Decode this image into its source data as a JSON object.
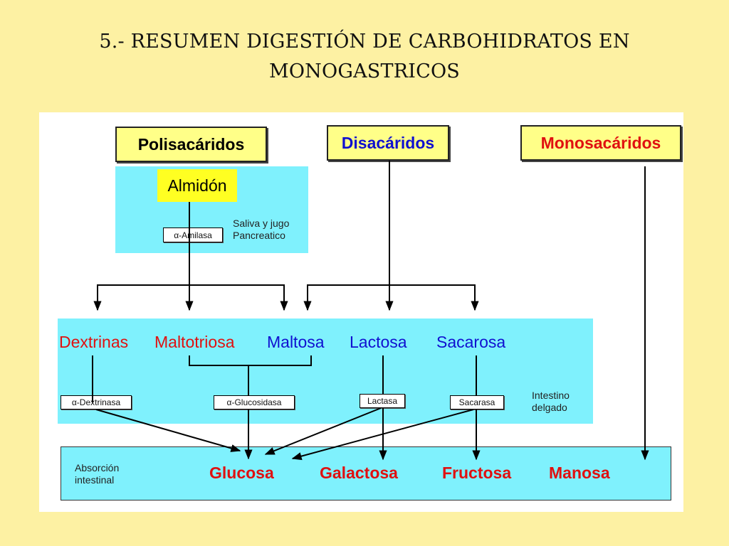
{
  "title": {
    "line1": "5.- RESUMEN DIGESTIÓN DE CARBOHIDRATOS EN",
    "line2": "MONOGASTRICOS"
  },
  "categories": {
    "polisacaridos": "Polisacáridos",
    "disacaridos": "Disacáridos",
    "monosacaridos": "Monosacáridos"
  },
  "almidon": "Almidón",
  "enzymes": {
    "amilasa": "α-Amilasa",
    "dextrinasa": "α-Dextrinasa",
    "glucosidasa": "α-Glucosidasa",
    "lactasa": "Lactasa",
    "sacarasa": "Sacarasa"
  },
  "notes": {
    "saliva": "Saliva y jugo Pancreatico",
    "intestino": "Intestino delgado",
    "absorcion": "Absorción intestinal"
  },
  "intermediates": {
    "dextrinas": "Dextrinas",
    "maltotriosa": "Maltotriosa",
    "maltosa": "Maltosa",
    "lactosa": "Lactosa",
    "sacarosa": "Sacarosa"
  },
  "products": {
    "glucosa": "Glucosa",
    "galactosa": "Galactosa",
    "fructosa": "Fructosa",
    "manosa": "Manosa"
  },
  "colors": {
    "red": "#e01010",
    "blue": "#1010d0",
    "cyan": "#7ff1fd",
    "slide": "#fdf1a3"
  }
}
